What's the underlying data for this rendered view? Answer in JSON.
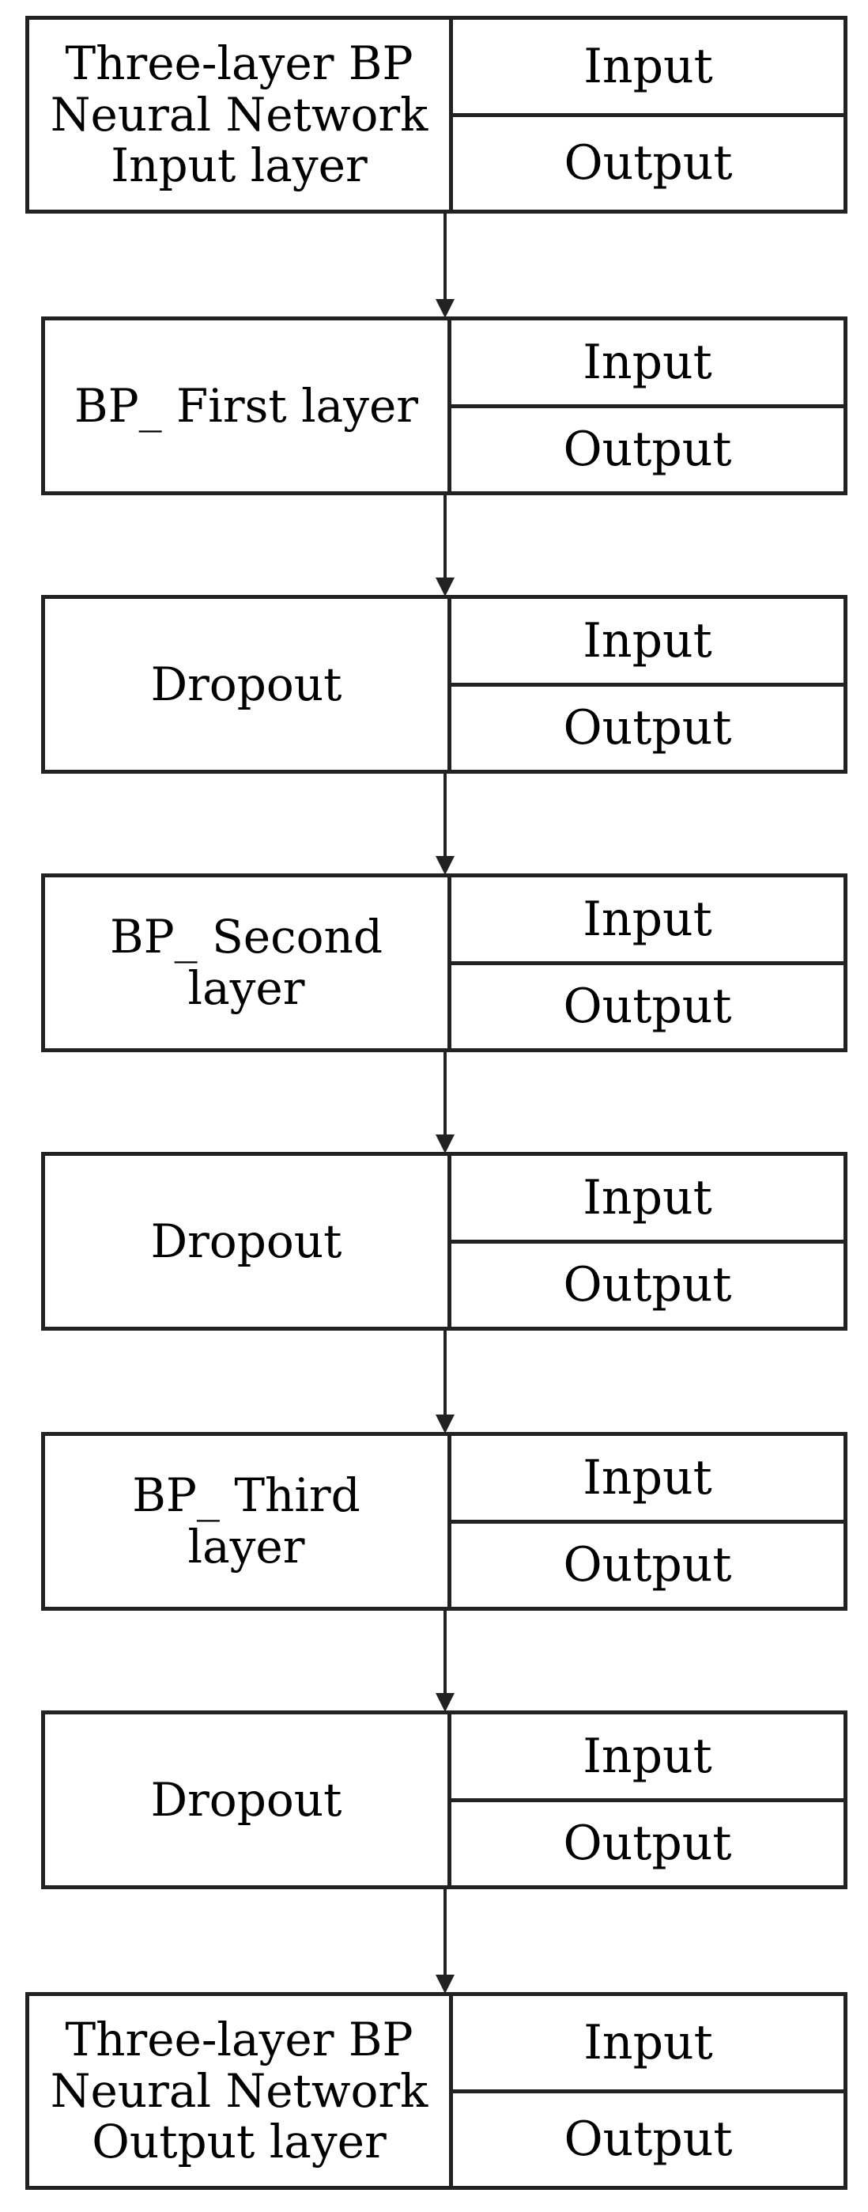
{
  "layers": [
    {
      "name": "Three-layer BP\nNeural Network\nInput layer",
      "ports": [
        "Input",
        "Output"
      ]
    },
    {
      "name": "BP_ First layer",
      "ports": [
        "Input",
        "Output"
      ]
    },
    {
      "name": "Dropout",
      "ports": [
        "Input",
        "Output"
      ]
    },
    {
      "name": "BP_ Second\nlayer",
      "ports": [
        "Input",
        "Output"
      ]
    },
    {
      "name": "Dropout",
      "ports": [
        "Input",
        "Output"
      ]
    },
    {
      "name": "BP_ Third\nlayer",
      "ports": [
        "Input",
        "Output"
      ]
    },
    {
      "name": "Dropout",
      "ports": [
        "Input",
        "Output"
      ]
    },
    {
      "name": "Three-layer BP\nNeural Network\nOutput layer",
      "ports": [
        "Input",
        "Output"
      ]
    }
  ],
  "colors": {
    "stroke": "#222222",
    "background": "#ffffff"
  }
}
